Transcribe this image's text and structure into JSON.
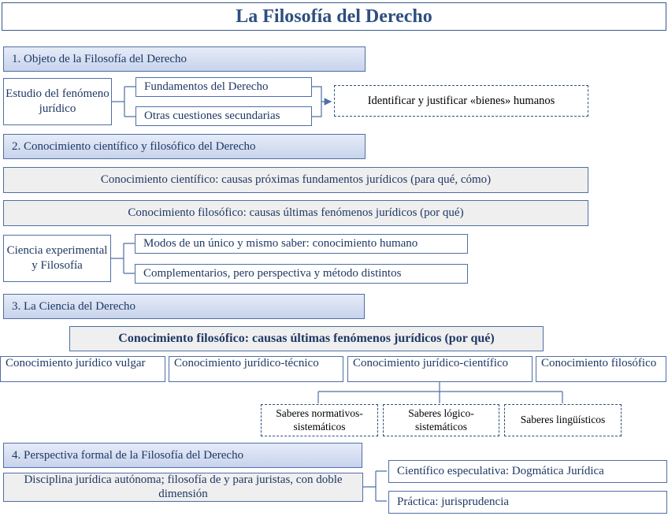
{
  "title": "La Filosofía del Derecho",
  "sections": {
    "s1": "1. Objeto de la Filosofía del Derecho",
    "s2": "2. Conocimiento científico y filosófico del Derecho",
    "s3": "3. La Ciencia del Derecho",
    "s4": "4. Perspectiva formal de la Filosofía del Derecho"
  },
  "s1": {
    "root": "Estudio del fenómeno jurídico",
    "branch1": "Fundamentos del Derecho",
    "branch2": "Otras cuestiones secundarias",
    "result": "Identificar y justificar «bienes» humanos"
  },
  "s2": {
    "cientifico": "Conocimiento científico: causas próximas fundamentos jurídicos (para qué, cómo)",
    "filosofico": "Conocimiento filosófico: causas últimas fenómenos jurídicos (por qué)",
    "root": "Ciencia experimental y Filosofía",
    "branch1": "Modos de un único y mismo saber: conocimiento humano",
    "branch2": "Complementarios, pero perspectiva y método distintos"
  },
  "s3": {
    "header": "Conocimiento filosófico: causas últimas fenómenos jurídicos (por qué)",
    "levels": [
      "Conocimiento jurídico vulgar",
      "Conocimiento jurídico-técnico",
      "Conocimiento jurídico-científico",
      "Conocimiento filosófico"
    ],
    "saberes": [
      "Saberes normativos-sistemáticos",
      "Saberes lógico-sistemáticos",
      "Saberes lingüísticos"
    ]
  },
  "s4": {
    "root": "Disciplina jurídica autónoma; filosofía de y para juristas, con doble dimensión",
    "branch1": "Científico especulativa: Dogmática Jurídica",
    "branch2": "Práctica: jurisprudencia"
  }
}
